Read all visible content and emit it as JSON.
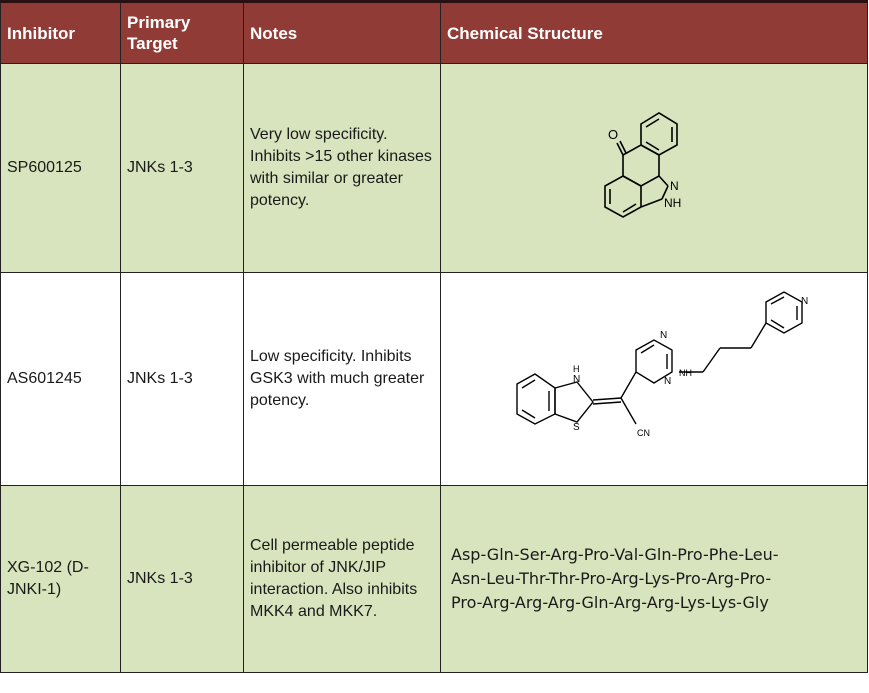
{
  "table": {
    "headers": [
      "Inhibitor",
      "Primary Target",
      "Notes",
      "Chemical Structure"
    ],
    "rows": [
      {
        "inhibitor": "SP600125",
        "target": "JNKs 1-3",
        "notes": "Very low specificity. Inhibits >15 other kinases with similar or greater potency.",
        "structure_labels": {
          "o": "O",
          "n": "N",
          "nh": "NH"
        }
      },
      {
        "inhibitor": "AS601245",
        "target": "JNKs 1-3",
        "notes": "Low specificity. Inhibits GSK3 with much greater potency.",
        "structure_labels": {
          "n_pyr": "N",
          "n1": "N",
          "n2": "N",
          "nh_link": "NH",
          "h": "H",
          "n_thz": "N",
          "s": "S",
          "cn": "CN"
        }
      },
      {
        "inhibitor": "XG-102 (D-JNKI-1)",
        "target": "JNKs 1-3",
        "notes": "Cell permeable peptide inhibitor of JNK/JIP interaction. Also inhibits MKK4 and MKK7.",
        "sequence": [
          "Asp-Gln-Ser-Arg-Pro-Val-Gln-Pro-Phe-Leu-",
          "Asn-Leu-Thr-Thr-Pro-Arg-Lys-Pro-Arg-Pro-",
          "Pro-Arg-Arg-Arg-Gln-Arg-Arg-Lys-Lys-Gly"
        ]
      }
    ]
  },
  "colors": {
    "header_bg": "#913b36",
    "row_green": "#d7e4bd",
    "row_white": "#ffffff"
  }
}
